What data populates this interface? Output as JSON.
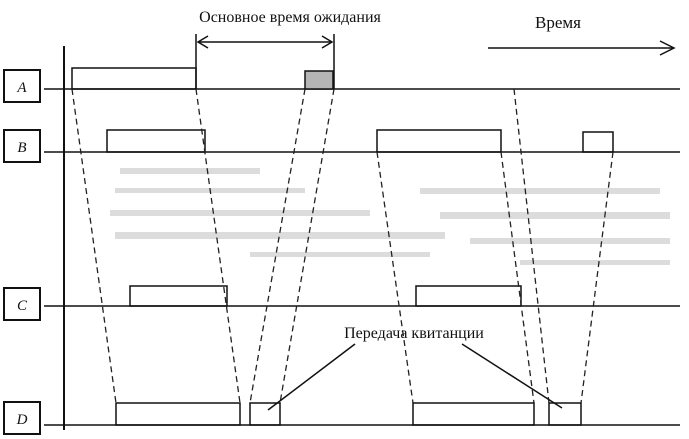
{
  "title_wait": "Основное время ожидания",
  "title_time": "Время",
  "ack_label": "Передача квитанции",
  "nodes": [
    {
      "id": "a",
      "label": "A"
    },
    {
      "id": "b",
      "label": "B"
    },
    {
      "id": "c",
      "label": "C"
    },
    {
      "id": "d",
      "label": "D"
    }
  ],
  "colors": {
    "ink": "#111111",
    "ack_fill": "#b5b5b5",
    "background": "#ffffff"
  }
}
